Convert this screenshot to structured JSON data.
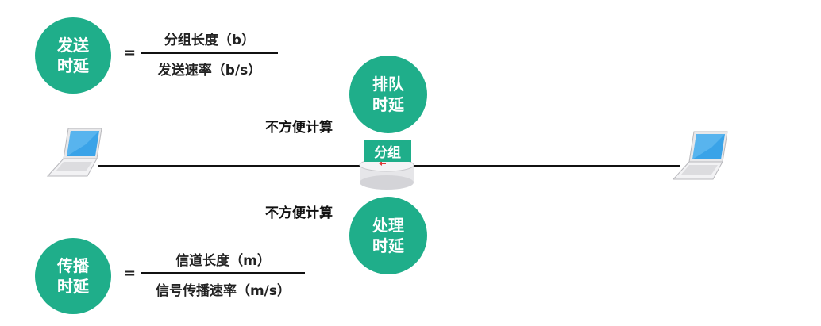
{
  "formulas": {
    "transmission": {
      "circle": [
        "发送",
        "时延"
      ],
      "equals": "=",
      "numerator": "分组长度（b）",
      "denominator": "发送速率（b/s）"
    },
    "propagation": {
      "circle": [
        "传播",
        "时延"
      ],
      "equals": "=",
      "numerator": "信道长度（m）",
      "denominator": "信号传播速率（m/s）"
    }
  },
  "queuing": {
    "circle": [
      "排队",
      "时延"
    ],
    "note": "不方便计算"
  },
  "processing": {
    "circle": [
      "处理",
      "时延"
    ],
    "note": "不方便计算"
  },
  "packet_label": "分组",
  "colors": {
    "accent": "#1fae8a",
    "line": "#111111"
  },
  "icons": {
    "left_host": "laptop-icon",
    "right_host": "laptop-icon",
    "router": "router-icon"
  }
}
